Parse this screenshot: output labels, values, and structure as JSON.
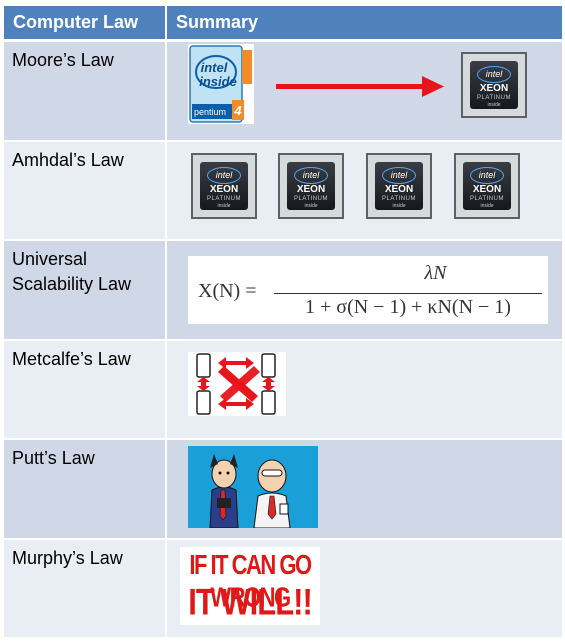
{
  "table": {
    "headers": [
      "Computer Law",
      "Summary"
    ],
    "rows": [
      {
        "name": "Moore’s Law"
      },
      {
        "name": "Amhdal’s Law"
      },
      {
        "name": "Universal Scalability Law"
      },
      {
        "name": "Metcalfe’s Law"
      },
      {
        "name": "Putt’s Law"
      },
      {
        "name": "Murphy’s Law"
      }
    ]
  },
  "pentium": {
    "brand": "intel",
    "brand2": "inside",
    "product": "pentium",
    "version": "4"
  },
  "xeon": {
    "brand": "intel",
    "product": "XEON",
    "tier": "PLATINUM",
    "tag": "inside"
  },
  "formula": {
    "lhs": "X(N) =",
    "numerator": "λN",
    "denominator": "1 + σ(N − 1) + κN(N − 1)"
  },
  "murphy": {
    "line1": "IF IT CAN GO WRONG",
    "line2": "IT WILL!!"
  },
  "colors": {
    "header": "#4f81bd",
    "row_dark": "#d0d8e8",
    "row_light": "#e9edf4",
    "arrow": "#e8141c",
    "murphy_text": "#e01818"
  }
}
